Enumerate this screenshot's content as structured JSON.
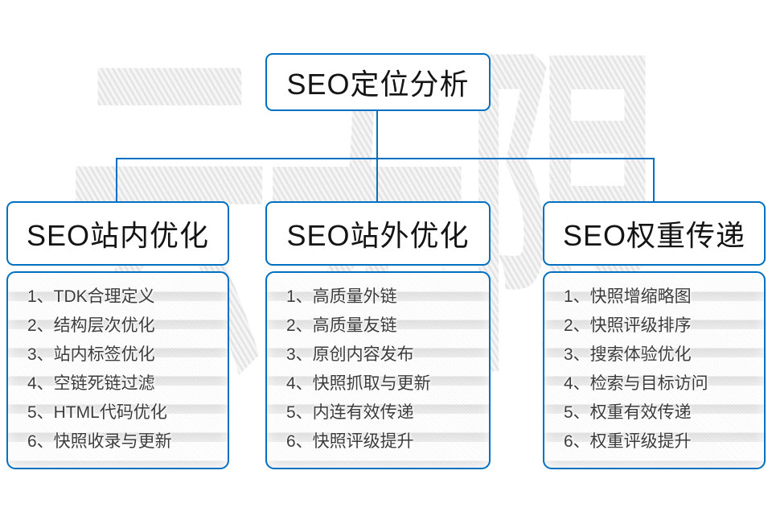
{
  "watermark": "云无限",
  "colors": {
    "accent_blue": "#0070c0",
    "panel_fill": "#efefef",
    "title_text": "#141414",
    "item_text": "#3c3c3c",
    "watermark_gray": "#ebebeb"
  },
  "root_node": {
    "title": "SEO定位分析"
  },
  "columns": [
    {
      "title": "SEO站内优化",
      "items": [
        "1、TDK合理定义",
        "2、结构层次优化",
        "3、站内标签优化",
        "4、空链死链过滤",
        "5、HTML代码优化",
        "6、快照收录与更新"
      ]
    },
    {
      "title": "SEO站外优化",
      "items": [
        "1、高质量外链",
        "2、高质量友链",
        "3、原创内容发布",
        "4、快照抓取与更新",
        "5、内连有效传递",
        "6、快照评级提升"
      ]
    },
    {
      "title": "SEO权重传递",
      "items": [
        "1、快照增缩略图",
        "2、快照评级排序",
        "3、搜索体验优化",
        "4、检索与目标访问",
        "5、权重有效传递",
        "6、权重评级提升"
      ]
    }
  ]
}
